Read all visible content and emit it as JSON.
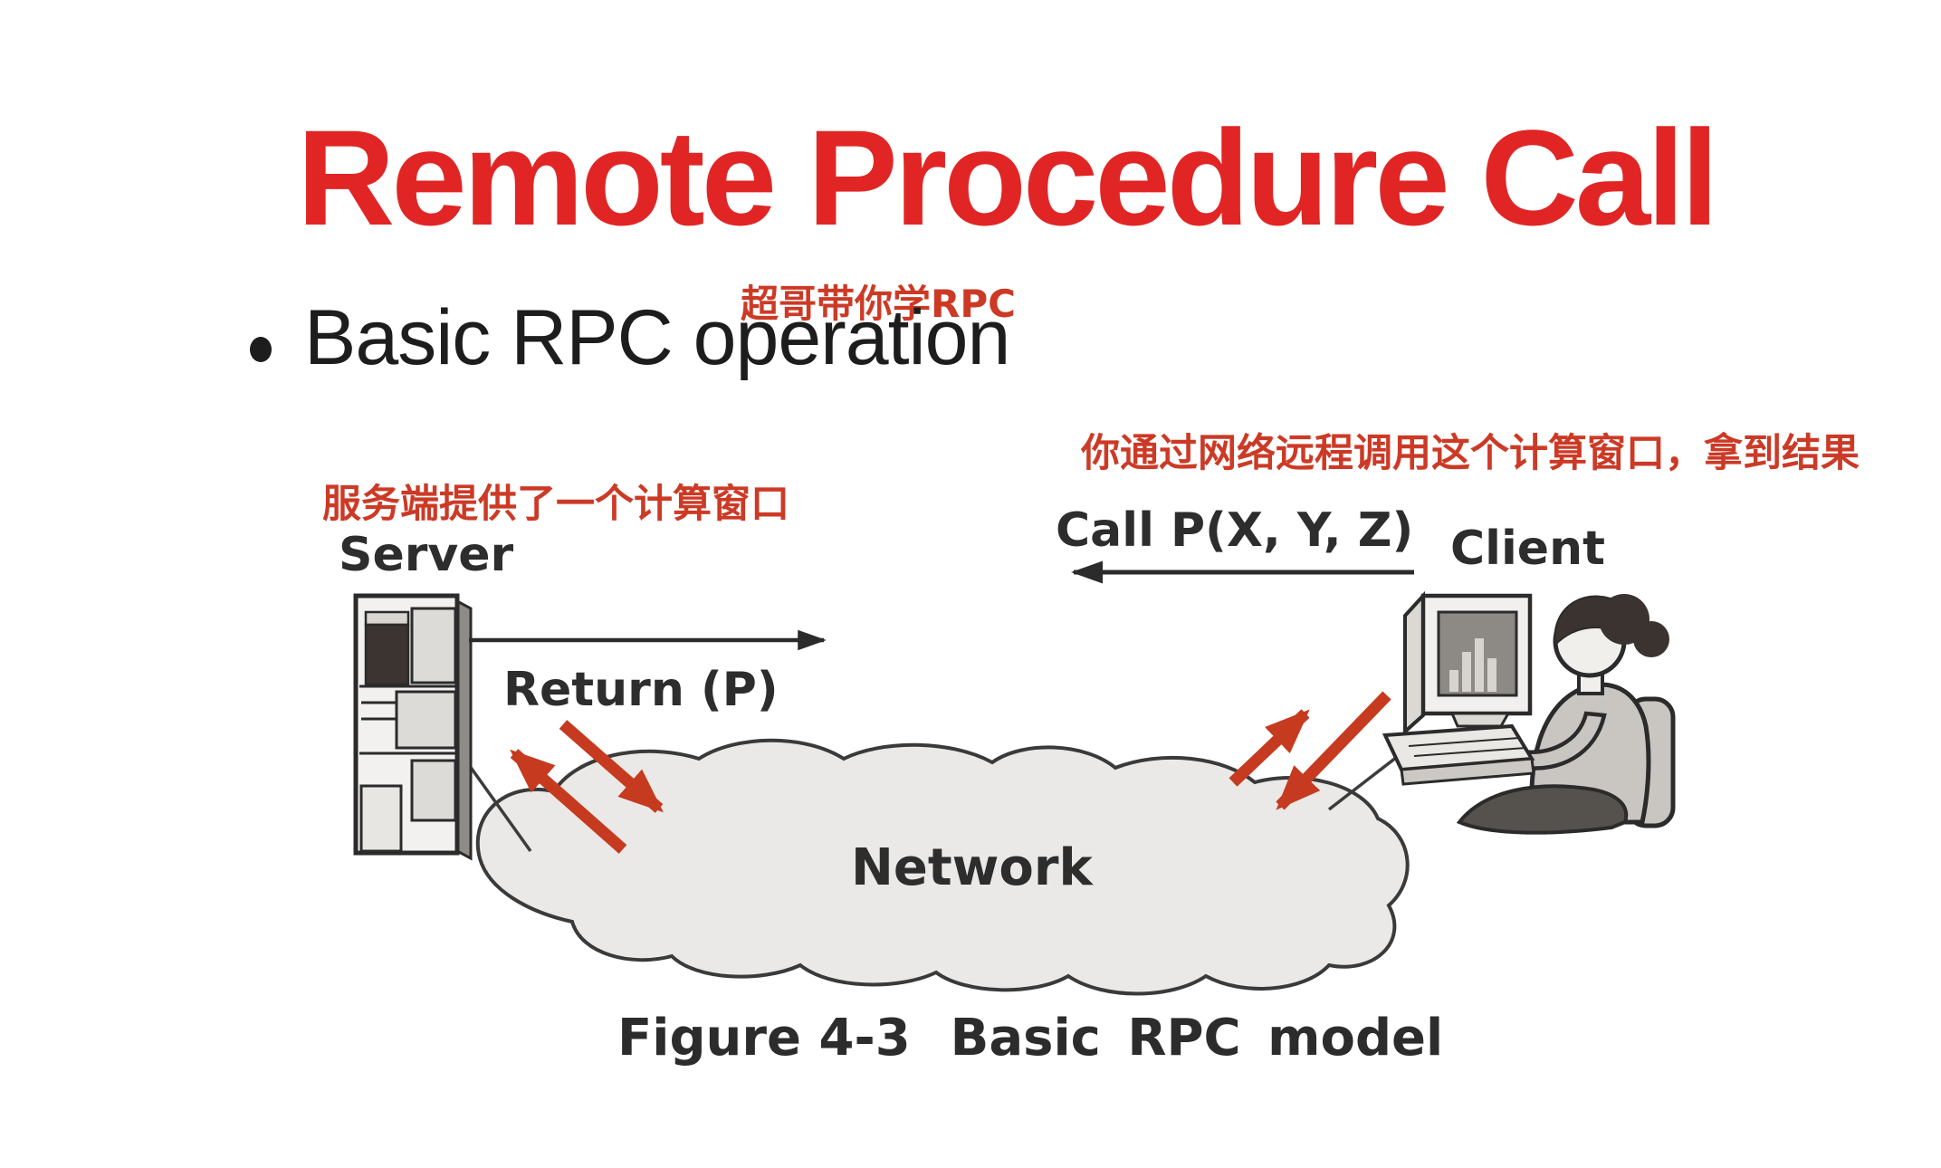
{
  "slide": {
    "title": "Remote Procedure Call",
    "watermark": "超哥带你学RPC",
    "bullet_item": "Basic RPC operation"
  },
  "annotations": {
    "client_note": "你通过网络远程调用这个计算窗口，拿到结果",
    "server_note": "服务端提供了一个计算窗口"
  },
  "diagram": {
    "server_label": "Server",
    "client_label": "Client",
    "call_label": "Call P(X, Y, Z)",
    "return_label": "Return (P)",
    "network_label": "Network",
    "caption_prefix": "Figure 4-3",
    "caption_text": "Basic RPC model"
  },
  "colors": {
    "title_red": "#e12525",
    "annotation_red": "#cc3a26",
    "arrow_red": "#c63a1f",
    "ink": "#2b2b2b",
    "cloud_fill": "#eae9e7"
  }
}
